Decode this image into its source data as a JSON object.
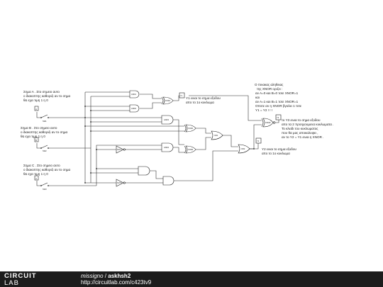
{
  "notes": {
    "a": [
      "Σημα Α . Στο σημειο αυτο",
      "ο διακοπτης καθοριζι αν το σημα",
      "θα εχει τιμη 1 η 0"
    ],
    "b": [
      "Σημα Β . Στο σημειο αυτο",
      "ο διακοπτης καθοριζι αν το σημα",
      "θα εχει τιμη 1 η 0"
    ],
    "c": [
      "Σημα C . Στο σημειο αυτο",
      "ο διακοπτης καθοριζι αν το σημα",
      "θα εχει τιμη 1 η 0"
    ],
    "y1": [
      "Y1 ειναι το σημα εξοδου",
      "απο το 1ο κυκλωμα"
    ],
    "y2": [
      "Y2 ειναι το σημα εξοδου",
      "απο το 1ο κυκλωμα"
    ],
    "xnor": [
      "Ο πινακας αληθειας",
      "της XNOR οριζει :",
      "αν Α=0 και Β=0 τοτε XNOR=1",
      "και",
      "αν Α=1 και Β=1 τοτε XNOR=1",
      "Οποτε αν η XNOR βγαλει 1 τοτε",
      "Y1 = Y2 ! ! !"
    ],
    "y3": [
      "το Y3 ειναι το σημα εξοδου",
      "απο τα 2 προηγουμενα κυκλωματα .",
      "Το κλειδι του κυκλωματος",
      "που θα μας αποκαλυψει ,",
      "αν το Y2 = Y1 ειναι η XNOR ."
    ]
  },
  "components": {
    "and1": "AND1",
    "and2": "AND2",
    "and3": "AND3",
    "and4": "AND4",
    "xor1": "XOR1",
    "xor2": "XOR2",
    "xor3": "XOR3",
    "or1": "OR1",
    "or2": "OR2",
    "xnor": "XNOR",
    "not1": "NOT1",
    "not2": "NOT2",
    "sw1": "SW1",
    "sw2": "SW2",
    "sw3": "SW3",
    "y1": "Y1",
    "y2": "Y2",
    "y3": "Y3"
  },
  "footer": {
    "logo_top": "CIRCUIT",
    "logo_bottom": "LAB",
    "user": "missigno",
    "separator": " / ",
    "title": "askhsh2",
    "url": "http://circuitlab.com/c423tv9"
  }
}
